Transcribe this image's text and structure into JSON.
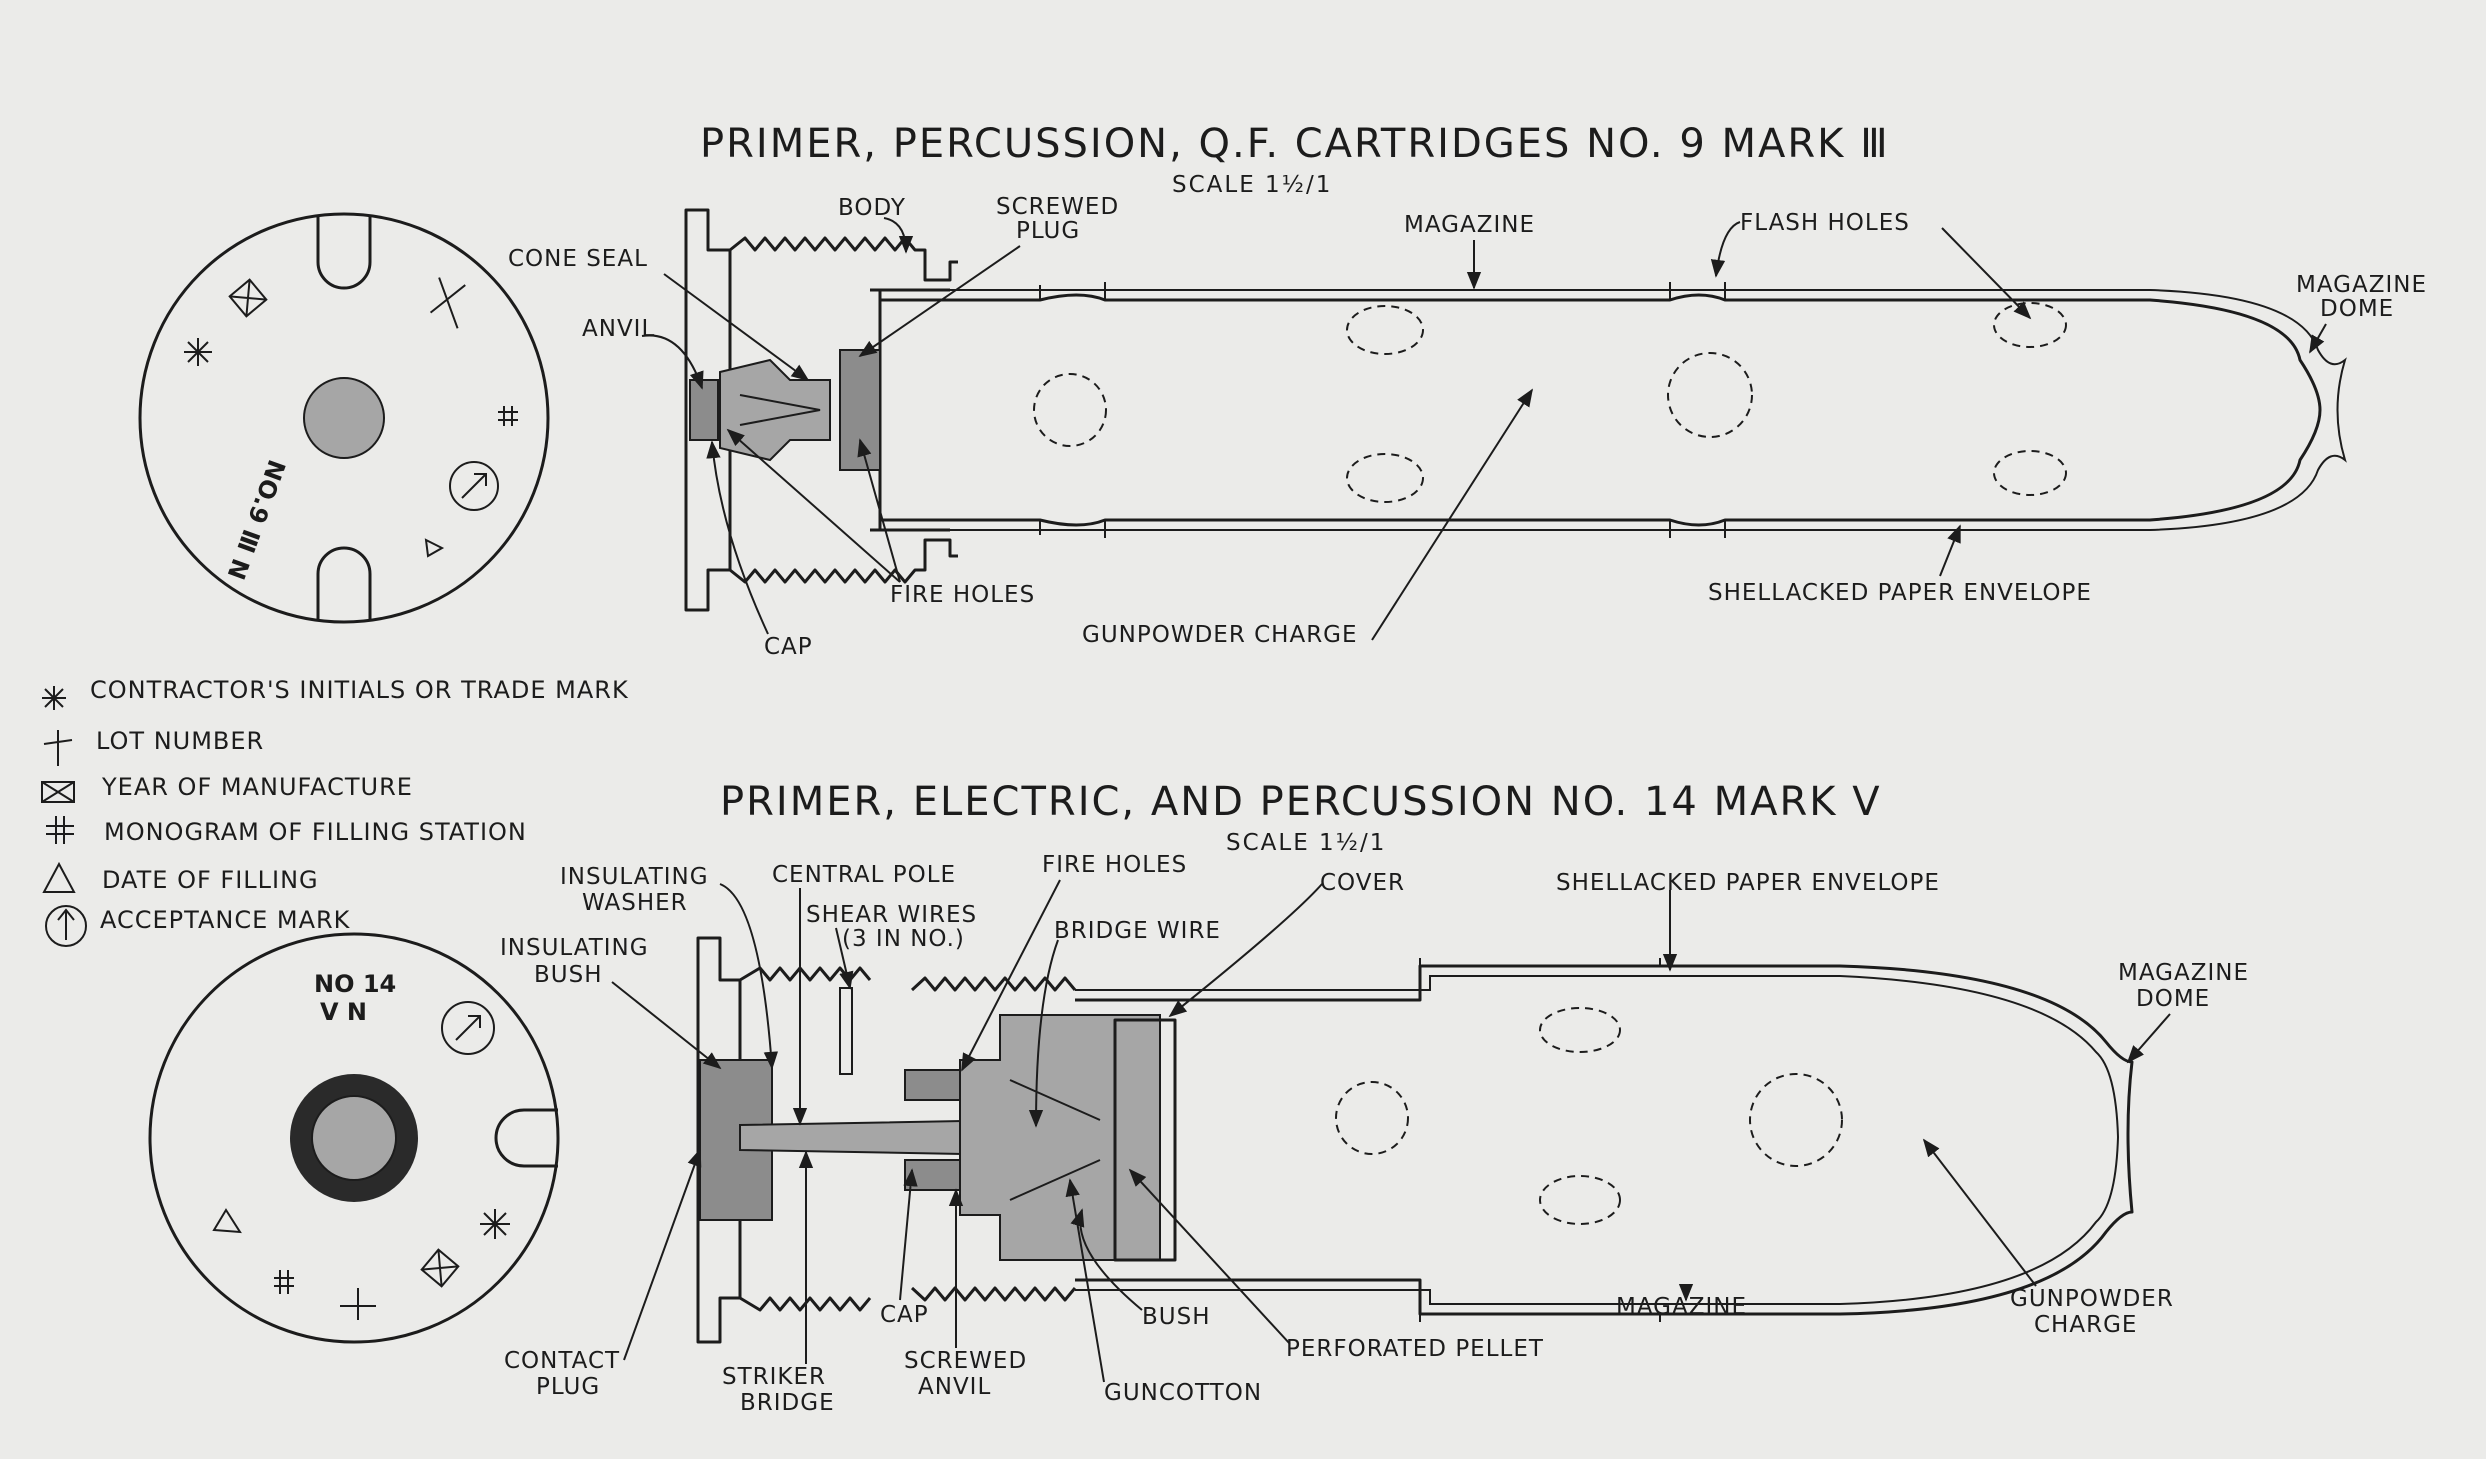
{
  "colors": {
    "paper": "#ebebe9",
    "ink": "#1c1c1c",
    "shade": "#a6a6a6"
  },
  "primer_no9": {
    "title": "PRIMER, PERCUSSION, Q.F. CARTRIDGES  NO. 9   MARK Ⅲ",
    "scale": "SCALE 1½/1",
    "base_marking": "NO.9 Ⅲ N",
    "labels": {
      "body": "BODY",
      "screwed_plug": [
        "SCREWED",
        "PLUG"
      ],
      "cone_seal": "CONE SEAL",
      "anvil": "ANVIL",
      "magazine": "MAGAZINE",
      "flash_holes": "FLASH HOLES",
      "magazine_dome": [
        "MAGAZINE",
        "DOME"
      ],
      "fire_holes": "FIRE HOLES",
      "cap": "CAP",
      "gunpowder_charge": "GUNPOWDER CHARGE",
      "shellacked_paper_envelope": "SHELLACKED PAPER ENVELOPE"
    }
  },
  "legend": [
    {
      "icon": "asterisk-icon",
      "text": "CONTRACTOR'S INITIALS OR TRADE MARK"
    },
    {
      "icon": "cross-icon",
      "text": "LOT NUMBER"
    },
    {
      "icon": "crossed-box-icon",
      "text": "YEAR OF MANUFACTURE"
    },
    {
      "icon": "hash-star-icon",
      "text": "MONOGRAM OF FILLING STATION"
    },
    {
      "icon": "triangle-icon",
      "text": "DATE OF FILLING"
    },
    {
      "icon": "broad-arrow-icon",
      "text": "ACCEPTANCE MARK"
    }
  ],
  "primer_no14": {
    "title": "PRIMER, ELECTRIC, AND PERCUSSION  NO. 14   MARK Ⅴ",
    "scale": "SCALE 1½/1",
    "base_marking": [
      "NO 14",
      "Ⅴ N"
    ],
    "labels": {
      "insulating_washer": [
        "INSULATING",
        "WASHER"
      ],
      "central_pole": "CENTRAL POLE",
      "fire_holes": "FIRE HOLES",
      "cover": "COVER",
      "shear_wires": [
        "SHEAR WIRES",
        "(3 IN NO.)"
      ],
      "bridge_wire": "BRIDGE WIRE",
      "insulating_bush": [
        "INSULATING",
        "BUSH"
      ],
      "shellacked_paper_envelope": "SHELLACKED PAPER ENVELOPE",
      "magazine_dome": [
        "MAGAZINE",
        "DOME"
      ],
      "cap": "CAP",
      "bush": "BUSH",
      "magazine": "MAGAZINE",
      "gunpowder_charge": [
        "GUNPOWDER",
        "CHARGE"
      ],
      "contact_plug": [
        "CONTACT",
        "PLUG"
      ],
      "striker_bridge": [
        "STRIKER",
        "BRIDGE"
      ],
      "screwed_anvil": [
        "SCREWED",
        "ANVIL"
      ],
      "guncotton": "GUNCOTTON",
      "perforated_pellet": "PERFORATED  PELLET"
    }
  }
}
